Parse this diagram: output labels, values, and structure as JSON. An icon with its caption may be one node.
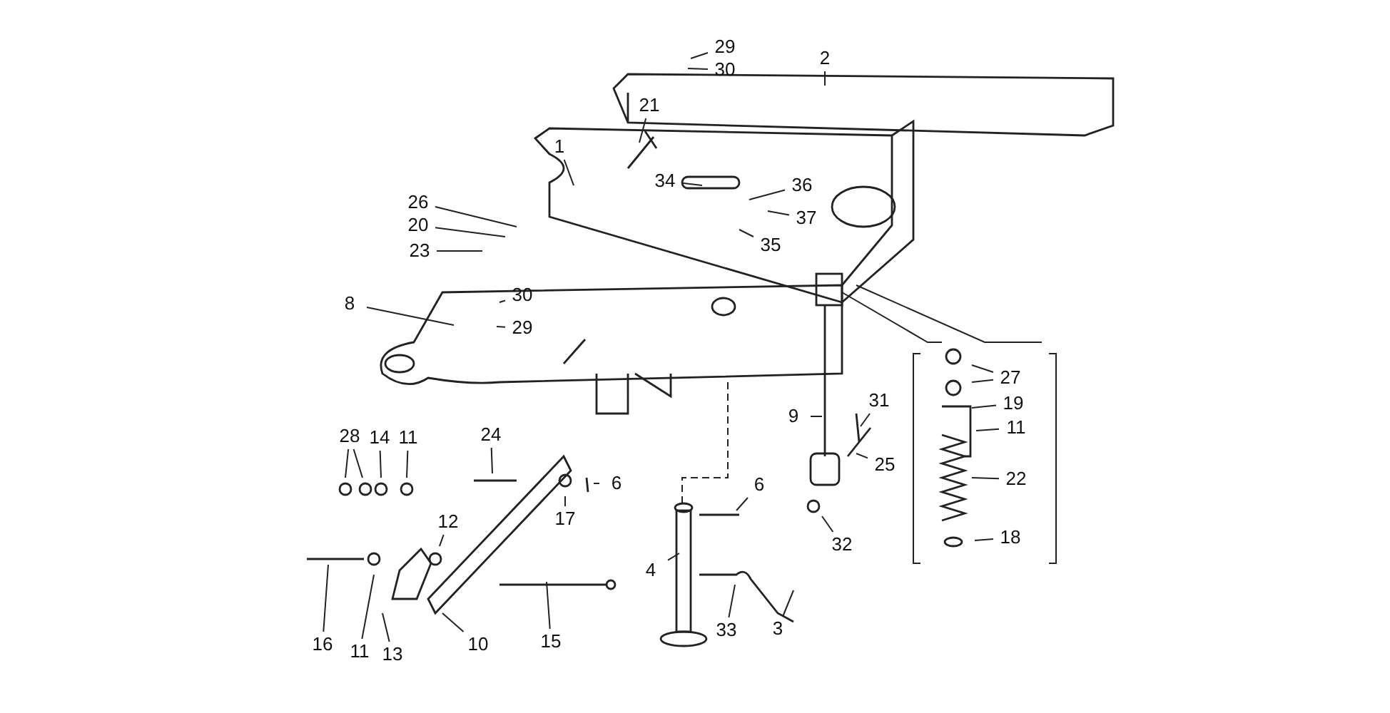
{
  "diagram": {
    "nodes": [
      {
        "text": [
          "29"
        ]
      },
      {
        "text": [
          "30"
        ]
      },
      {
        "text": [
          "2"
        ]
      },
      {
        "text": [
          "21"
        ]
      },
      {
        "text": [
          "1"
        ]
      },
      {
        "text": [
          "34"
        ]
      },
      {
        "text": [
          "36"
        ]
      },
      {
        "text": [
          "37"
        ]
      },
      {
        "text": [
          "26"
        ]
      },
      {
        "text": [
          "35"
        ]
      },
      {
        "text": [
          "20"
        ]
      },
      {
        "text": [
          "23"
        ]
      },
      {
        "text": [
          "8"
        ]
      },
      {
        "text": [
          "30"
        ]
      },
      {
        "text": [
          "29"
        ]
      },
      {
        "text": [
          "27"
        ]
      },
      {
        "text": [
          "19"
        ]
      },
      {
        "text": [
          "9"
        ]
      },
      {
        "text": [
          "11"
        ]
      },
      {
        "text": [
          "31"
        ]
      },
      {
        "text": [
          "28"
        ]
      },
      {
        "text": [
          "14"
        ]
      },
      {
        "text": [
          "11"
        ]
      },
      {
        "text": [
          "24"
        ]
      },
      {
        "text": [
          "25"
        ]
      },
      {
        "text": [
          "6"
        ]
      },
      {
        "text": [
          "22"
        ]
      },
      {
        "text": [
          "6"
        ]
      },
      {
        "text": [
          "17"
        ]
      },
      {
        "text": [
          "12"
        ]
      },
      {
        "text": [
          "18"
        ]
      },
      {
        "text": [
          "32"
        ]
      },
      {
        "text": [
          "4"
        ]
      },
      {
        "text": [
          "33"
        ]
      },
      {
        "text": [
          "3"
        ]
      },
      {
        "text": [
          "16"
        ]
      },
      {
        "text": [
          "11"
        ]
      },
      {
        "text": [
          "15"
        ]
      },
      {
        "text": [
          "10"
        ]
      },
      {
        "text": [
          "13"
        ]
      }
    ],
    "edges": [
      {
        "from": 0,
        "to": null,
        "arrow": "none"
      },
      {
        "from": 1,
        "to": null,
        "arrow": "none"
      },
      {
        "from": 2,
        "to": null,
        "arrow": "none"
      },
      {
        "from": 3,
        "to": null,
        "arrow": "none"
      },
      {
        "from": 4,
        "to": null,
        "arrow": "none"
      },
      {
        "from": 5,
        "to": null,
        "arrow": "none"
      },
      {
        "from": 6,
        "to": null,
        "arrow": "none"
      },
      {
        "from": 7,
        "to": null,
        "arrow": "none"
      },
      {
        "from": 8,
        "to": null,
        "arrow": "none"
      },
      {
        "from": 9,
        "to": null,
        "arrow": "none"
      },
      {
        "from": 10,
        "to": null,
        "arrow": "none"
      },
      {
        "from": 11,
        "to": null,
        "arrow": "none"
      },
      {
        "from": 12,
        "to": null,
        "arrow": "none"
      },
      {
        "from": 13,
        "to": null,
        "arrow": "none"
      },
      {
        "from": 14,
        "to": null,
        "arrow": "none"
      },
      {
        "from": 15,
        "to": null,
        "arrow": "none"
      },
      {
        "from": 15,
        "to": null,
        "arrow": "none"
      },
      {
        "from": 16,
        "to": null,
        "arrow": "none"
      },
      {
        "from": 17,
        "to": null,
        "arrow": "none"
      },
      {
        "from": 18,
        "to": null,
        "arrow": "none"
      },
      {
        "from": 19,
        "to": null,
        "arrow": "none"
      },
      {
        "from": 20,
        "to": null,
        "arrow": "none"
      },
      {
        "from": 20,
        "to": null,
        "arrow": "none"
      },
      {
        "from": 21,
        "to": null,
        "arrow": "none"
      },
      {
        "from": 22,
        "to": null,
        "arrow": "none"
      },
      {
        "from": 23,
        "to": null,
        "arrow": "none"
      },
      {
        "from": 24,
        "to": null,
        "arrow": "none"
      },
      {
        "from": 25,
        "to": null,
        "arrow": "none"
      },
      {
        "from": 26,
        "to": null,
        "arrow": "none"
      },
      {
        "from": 27,
        "to": null,
        "arrow": "none"
      },
      {
        "from": 28,
        "to": null,
        "arrow": "none"
      },
      {
        "from": 29,
        "to": null,
        "arrow": "none"
      },
      {
        "from": 30,
        "to": null,
        "arrow": "none"
      },
      {
        "from": 31,
        "to": null,
        "arrow": "none"
      },
      {
        "from": 32,
        "to": null,
        "arrow": "none"
      },
      {
        "from": 33,
        "to": null,
        "arrow": "none"
      },
      {
        "from": 34,
        "to": null,
        "arrow": "none"
      },
      {
        "from": 35,
        "to": null,
        "arrow": "none"
      },
      {
        "from": 36,
        "to": null,
        "arrow": "none"
      },
      {
        "from": 37,
        "to": null,
        "arrow": "none"
      },
      {
        "from": 38,
        "to": null,
        "arrow": "none"
      },
      {
        "from": 39,
        "to": null,
        "arrow": "none"
      }
    ]
  }
}
